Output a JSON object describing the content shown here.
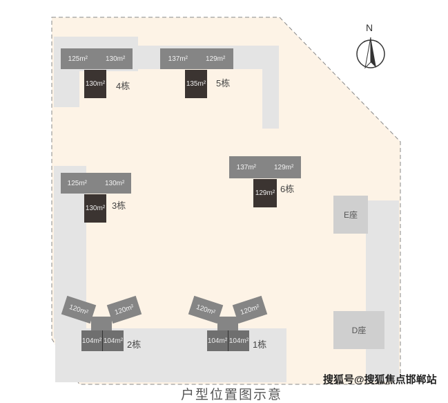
{
  "compass": {
    "label": "N"
  },
  "buildings": {
    "b4": {
      "label": "4栋",
      "left": "125m²",
      "right": "130m²",
      "core": "130m²"
    },
    "b5": {
      "label": "5栋",
      "left": "137m²",
      "right": "129m²",
      "core": "135m²"
    },
    "b6": {
      "label": "6栋",
      "left": "137m²",
      "right": "129m²",
      "core": "129m²"
    },
    "b3": {
      "label": "3栋",
      "left": "125m²",
      "right": "130m²",
      "core": "130m²"
    },
    "b2": {
      "label": "2栋",
      "left": "120m²",
      "right": "120m²",
      "low_left": "104m²",
      "low_right": "104m²"
    },
    "b1": {
      "label": "1栋",
      "left": "120m²",
      "right": "120m²",
      "low_left": "104m²",
      "low_right": "104m²"
    }
  },
  "blocks": {
    "e": "E座",
    "d": "D座"
  },
  "caption": "户型位置图示意",
  "watermark": "搜狐号@搜狐焦点邯郸站"
}
